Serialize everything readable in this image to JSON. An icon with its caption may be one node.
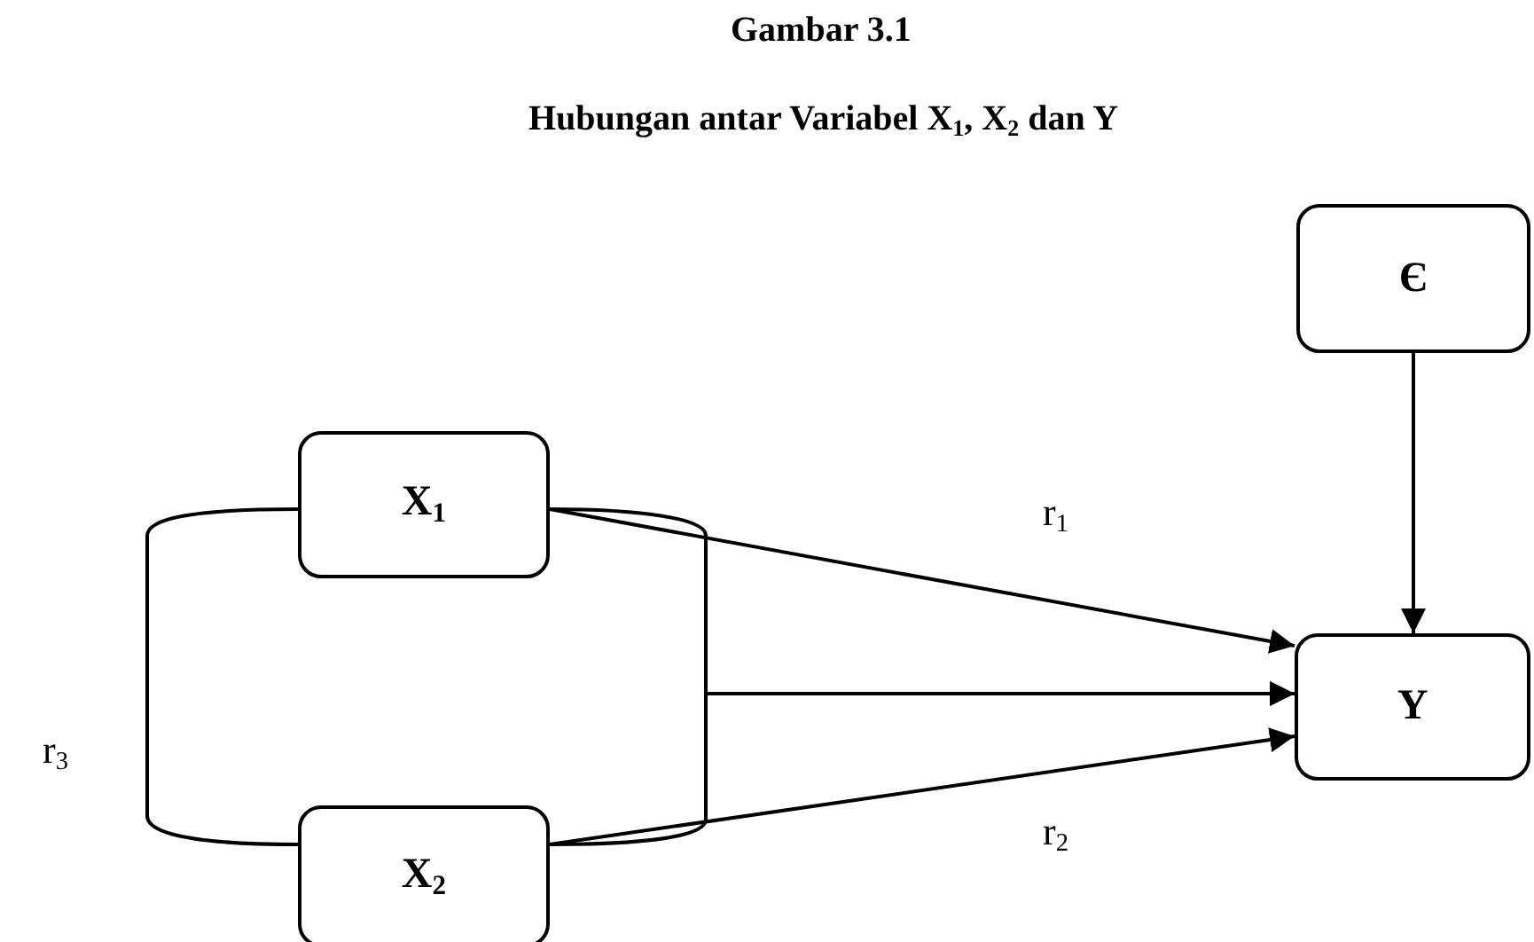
{
  "diagram": {
    "title": "Gambar 3.1",
    "caption": "Hubungan antar Variabel X$_{1}$, X$_{2}$ dan Y",
    "nodes": [
      {
        "text": [
          "Є"
        ]
      },
      {
        "text": [
          "X$_{1}$"
        ]
      },
      {
        "text": [
          "X$_{2}$"
        ]
      },
      {
        "text": [
          "Y"
        ]
      }
    ],
    "edges": [
      {
        "from": 0,
        "to": 3,
        "arrow": "to"
      },
      {
        "from": 1,
        "to": 3,
        "arrow": "to",
        "label": "r$_{1}$"
      },
      {
        "from": 1,
        "to": 3,
        "arrow": "to"
      },
      {
        "from": 2,
        "to": 3,
        "arrow": "to"
      },
      {
        "from": 2,
        "to": 3,
        "arrow": "to",
        "label": "r$_{2}$"
      },
      {
        "from": 1,
        "to": 2,
        "arrow": "none",
        "label": "r$_{3}$"
      }
    ]
  }
}
